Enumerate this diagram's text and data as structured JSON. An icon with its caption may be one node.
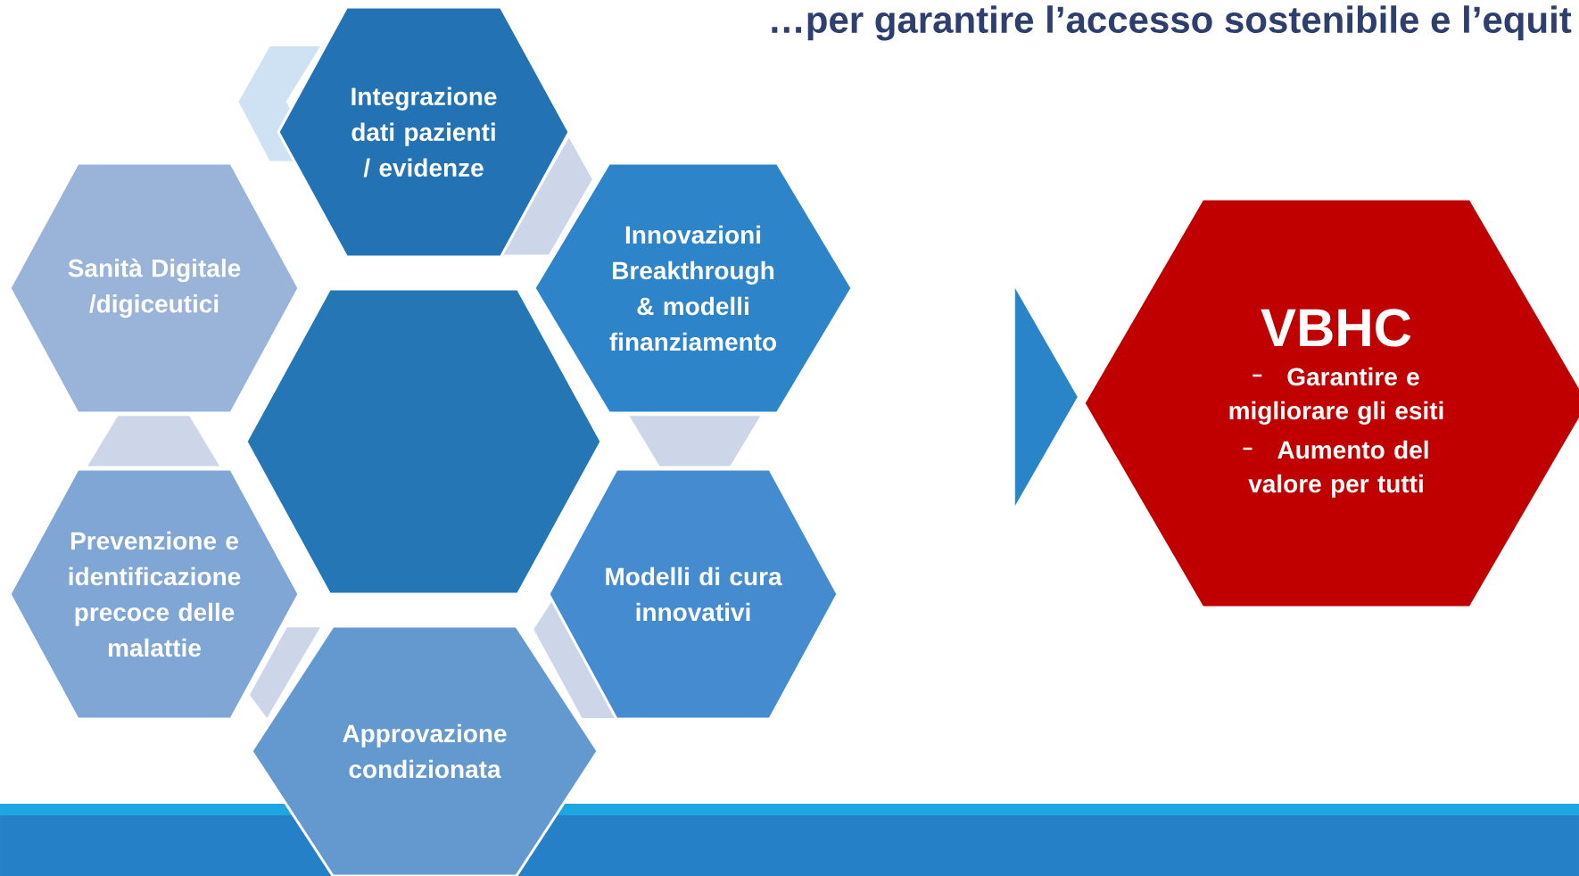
{
  "diagram": {
    "title": "…per garantire l’accesso sostenibile e l’equit",
    "nodes": [
      {
        "text": [
          "Integrazione dati pazienti / evidenze"
        ]
      },
      {
        "text": [
          "Sanità Digitale /digiceutici"
        ]
      },
      {
        "text": [
          "Innovazioni Breakthrough & modelli finanziamento"
        ]
      },
      {
        "text": [],
        "shape": "hexagon"
      },
      {
        "text": [
          "Prevenzione e identificazione precoce delle malattie"
        ]
      },
      {
        "text": [
          "Modelli di cura innovativi"
        ]
      },
      {
        "text": [
          "Approvazione condizionata"
        ]
      },
      {
        "text": [
          "VBHC",
          "Garantire e migliorare gli esiti",
          "Aumento del valore per tutti"
        ]
      }
    ],
    "edges": [
      {
        "from": null,
        "to": 7,
        "arrow": "to"
      }
    ]
  }
}
